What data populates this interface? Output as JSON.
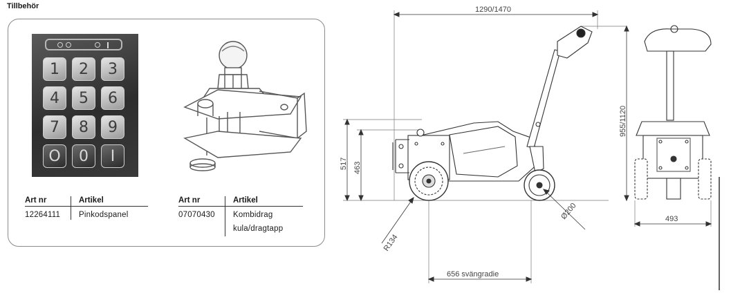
{
  "heading": "Tillbehör",
  "keypad": {
    "keys": [
      "1",
      "2",
      "3",
      "4",
      "5",
      "6",
      "7",
      "8",
      "9",
      "O",
      "0",
      "I"
    ]
  },
  "table_left": {
    "col1_header": "Art nr",
    "col2_header": "Artikel",
    "art_nr": "12264111",
    "artikel": "Pinkodspanel"
  },
  "table_right": {
    "col1_header": "Art nr",
    "col2_header": "Artikel",
    "art_nr": "07070430",
    "artikel_line1": "Kombidrag",
    "artikel_line2": "kula/dragtapp"
  },
  "dimensions": {
    "length": "1290/1470",
    "height_handle": "955/1120",
    "height_total": "517",
    "height_body": "463",
    "radius": "R134",
    "wheel": "Ø200",
    "turning": "656 svängradie",
    "width": "493"
  }
}
